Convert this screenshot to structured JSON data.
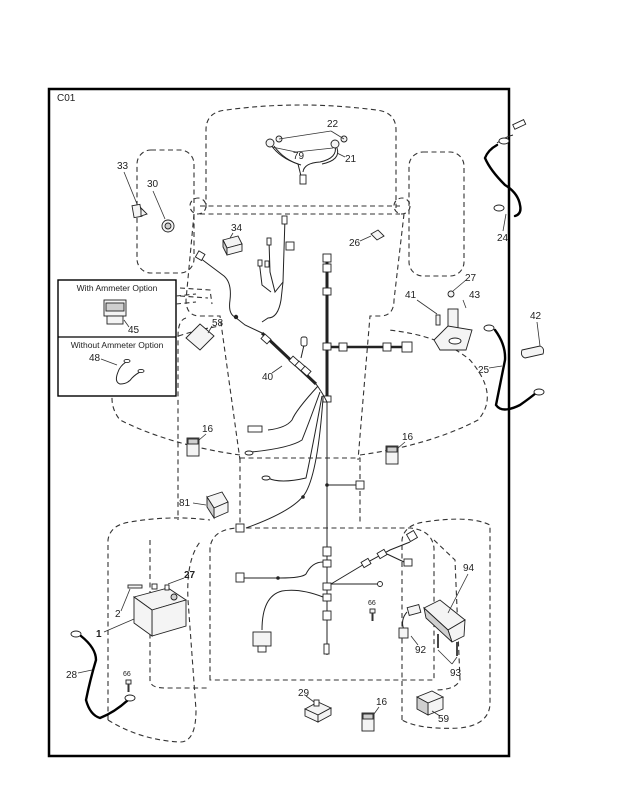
{
  "sheet": {
    "id": "C01"
  },
  "option_box": {
    "with_ammeter": {
      "title": "With Ammeter Option",
      "part": "45"
    },
    "without_ammeter": {
      "title": "Without Ammeter Option",
      "part": "48"
    }
  },
  "callouts": {
    "c1": "1",
    "c2": "2",
    "c16a": "16",
    "c16b": "16",
    "c16c": "16",
    "c21": "21",
    "c22": "22",
    "c24": "24",
    "c25": "25",
    "c26": "26",
    "c27a": "27",
    "c27b": "27",
    "c28": "28",
    "c29": "29",
    "c30": "30",
    "c33": "33",
    "c34": "34",
    "c40": "40",
    "c41": "41",
    "c42": "42",
    "c43": "43",
    "c58": "58",
    "c59": "59",
    "c66a": "66",
    "c66b": "66",
    "c79": "79",
    "c81": "81",
    "c92": "92",
    "c93": "93",
    "c94": "94"
  }
}
